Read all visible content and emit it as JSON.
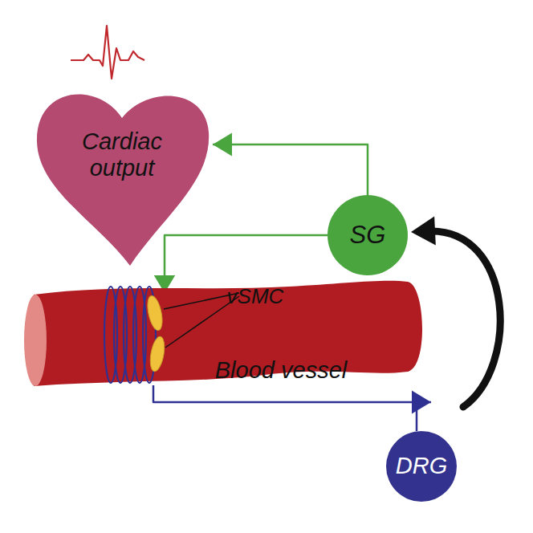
{
  "diagram": {
    "nodes": [
      {
        "text": [
          "Cardiac output"
        ]
      },
      {
        "text": [
          "SG"
        ]
      },
      {
        "text": [
          "Blood vessel"
        ]
      },
      {
        "text": [
          "DRG"
        ]
      }
    ],
    "edges": [
      {
        "from": 1,
        "to": 0,
        "arrow": "to"
      },
      {
        "from": 1,
        "to": 2,
        "arrow": "to"
      },
      {
        "from": 2,
        "to": 3,
        "arrow": "to"
      },
      {
        "from": 3,
        "to": 1,
        "arrow": "to"
      }
    ],
    "labels": [
      "vSMC"
    ]
  }
}
